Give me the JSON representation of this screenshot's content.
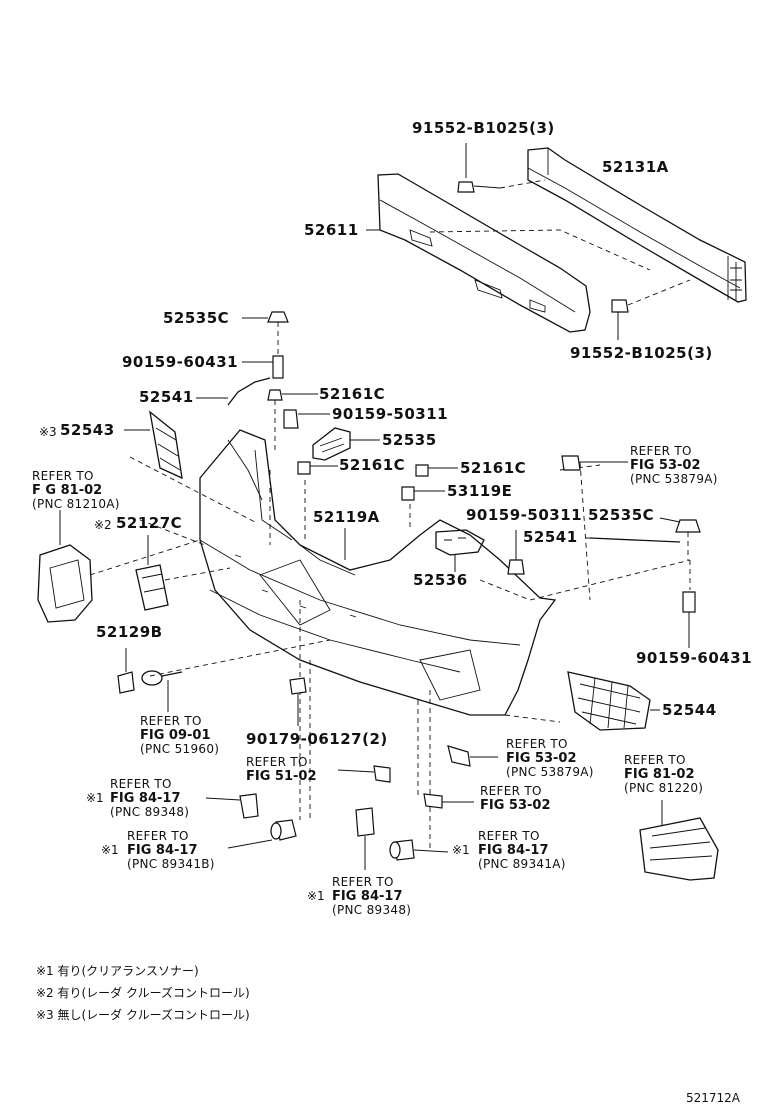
{
  "part_labels": {
    "p91552_top": "91552-B1025(3)",
    "p52131A": "52131A",
    "p52611": "52611",
    "p91552_bot": "91552-B1025(3)",
    "p52535C_l": "52535C",
    "p90159_60431_l": "90159-60431",
    "p52541_l": "52541",
    "p52161C_a": "52161C",
    "p90159_50311_a": "90159-50311",
    "p52543": "52543",
    "p52535": "52535",
    "p52161C_b": "52161C",
    "p52161C_c": "52161C",
    "p53119E": "53119E",
    "p52127C": "52127C",
    "p52119A": "52119A",
    "p90159_50311_b": "90159-50311",
    "p52535C_r": "52535C",
    "p52541_r": "52541",
    "p52536": "52536",
    "p52129B": "52129B",
    "p90159_60431_r": "90159-60431",
    "p52544": "52544",
    "p90179": "90179-06127(2)"
  },
  "note_marks": {
    "m3": "※3",
    "m2": "※2",
    "m1a": "※1",
    "m1b": "※1",
    "m1c": "※1",
    "m1d": "※1"
  },
  "refs": {
    "r81210": {
      "l1": "REFER TO",
      "fig": "F G 81-02",
      "pnc": "(PNC 81210A)"
    },
    "r53879_top": {
      "l1": "REFER TO",
      "fig": "FIG 53-02",
      "pnc": "(PNC 53879A)"
    },
    "r51960": {
      "l1": "REFER TO",
      "fig": "FIG 09-01",
      "pnc": "(PNC 51960)"
    },
    "r53879_mid": {
      "l1": "REFER TO",
      "fig": "FIG 53-02",
      "pnc": "(PNC 53879A)"
    },
    "r81220": {
      "l1": "REFER TO",
      "fig": "FIG 81-02",
      "pnc": "(PNC 81220)"
    },
    "r51_02": {
      "l1": "REFER TO",
      "fig": "FIG 51-02"
    },
    "r89348_a": {
      "l1": "REFER TO",
      "fig": "FIG 84-17",
      "pnc": "(PNC 89348)"
    },
    "r53_02_b": {
      "l1": "REFER TO",
      "fig": "FIG 53-02"
    },
    "r89341B": {
      "l1": "REFER TO",
      "fig": "FIG 84-17",
      "pnc": "(PNC 89341B)"
    },
    "r89341A": {
      "l1": "REFER TO",
      "fig": "FIG 84-17",
      "pnc": "(PNC 89341A)"
    },
    "r89348_b": {
      "l1": "REFER TO",
      "fig": "FIG 84-17",
      "pnc": "(PNC 89348)"
    }
  },
  "legend": [
    "※1 有り(クリアランスソナー)",
    "※2 有り(レーダ クルーズコントロール)",
    "※3 無し(レーダ クルーズコントロール)"
  ],
  "diagram_id": "521712A"
}
